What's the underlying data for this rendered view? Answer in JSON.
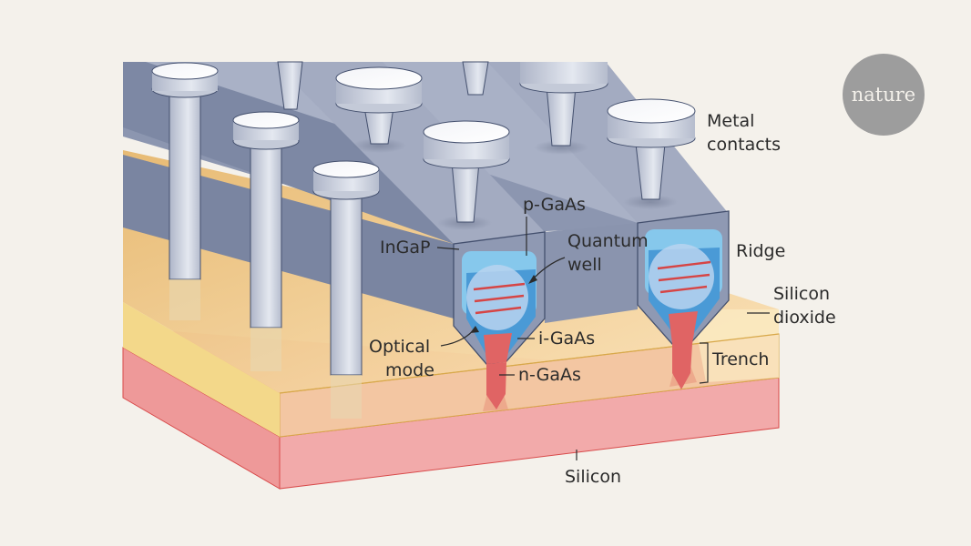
{
  "logo": {
    "text": "nature"
  },
  "labels": {
    "metal_contacts": [
      "Metal",
      "contacts"
    ],
    "p_gaas": "p-GaAs",
    "ingap": "InGaP",
    "quantum_well": [
      "Quantum",
      "well"
    ],
    "ridge": "Ridge",
    "silicon_dioxide": [
      "Silicon",
      "dioxide"
    ],
    "optical_mode": [
      "Optical",
      "mode"
    ],
    "i_gaas": "i-GaAs",
    "n_gaas": "n-GaAs",
    "trench": "Trench",
    "silicon": "Silicon"
  },
  "colors": {
    "background": "#f4f1eb",
    "silicon": "#f2a8a8",
    "silicon_dark": "#ee9999",
    "silicon_edge": "#d84a4a",
    "oxide_top": "#f5ce96",
    "oxide_side": "#f3d88a",
    "ridge_top": "#a7afc4",
    "ridge_side": "#7b86a0",
    "ridge_face": "#98a2ba",
    "p_gaas": "#86c8ec",
    "i_gaas": "#4a9ad6",
    "n_gaas": "#e06464",
    "quantum_line": "#d64545",
    "metal": "#dfe3ec",
    "logo_circle": "#9d9d9d"
  }
}
